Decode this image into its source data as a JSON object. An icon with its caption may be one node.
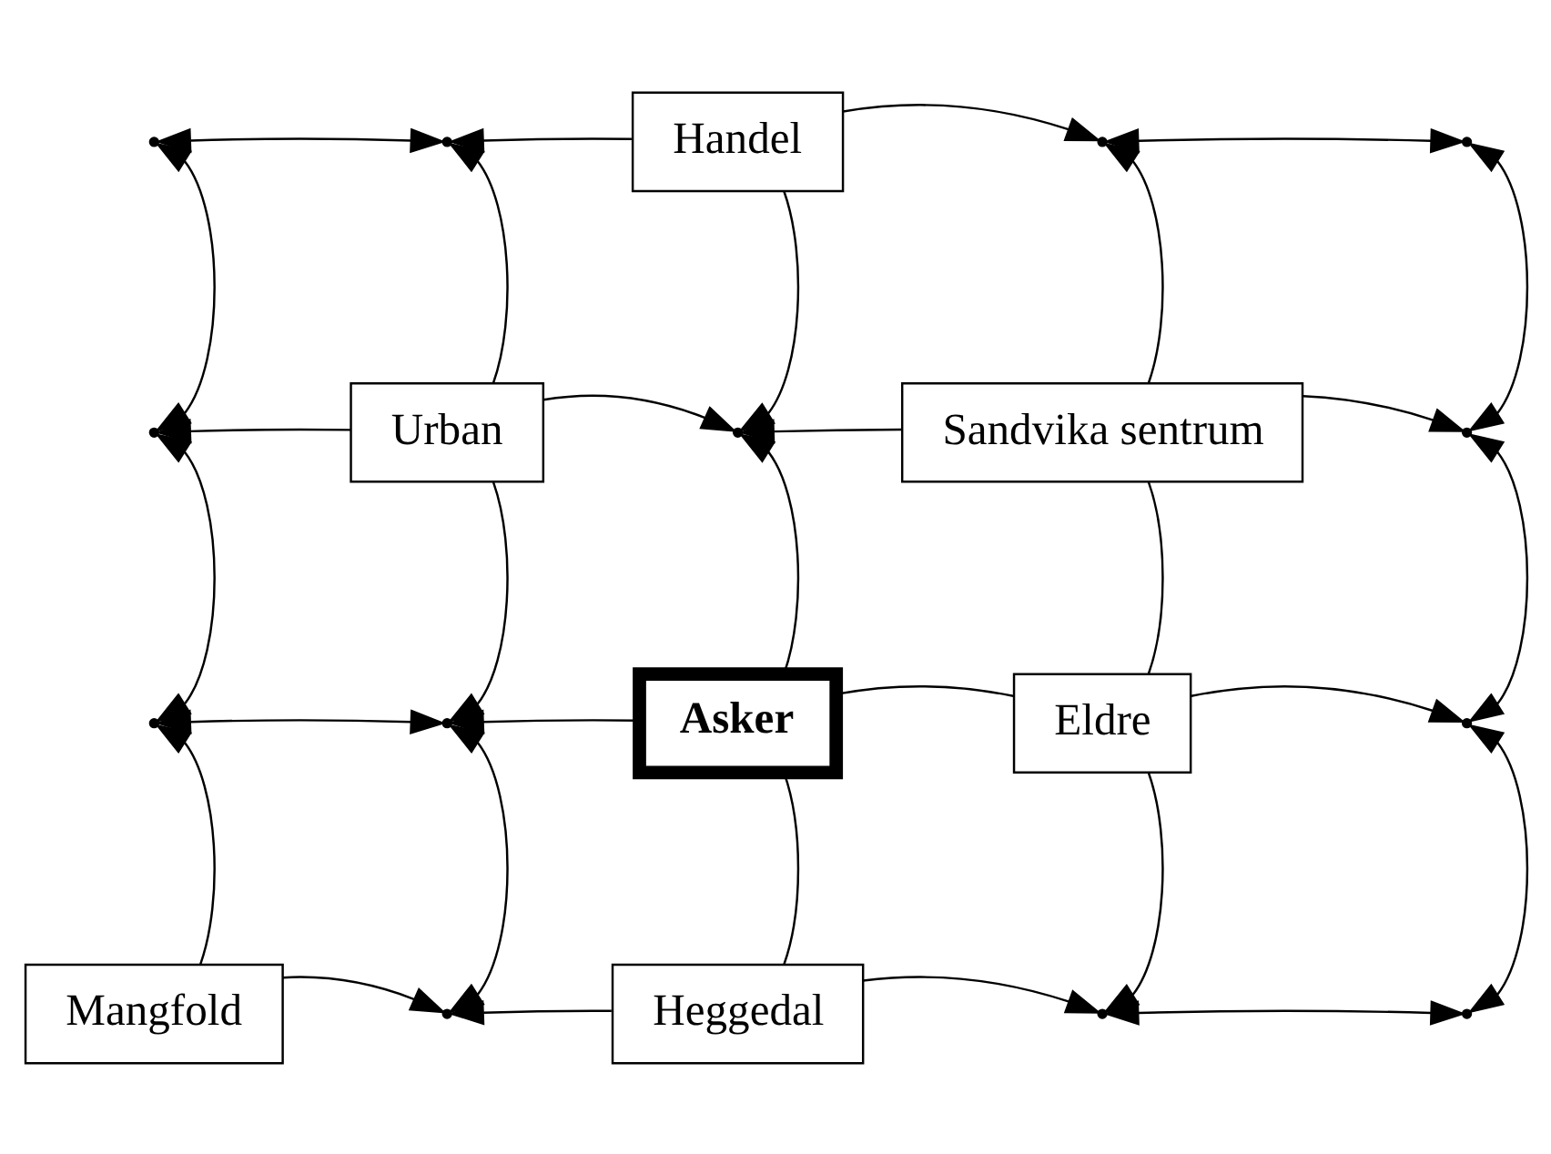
{
  "diagram": {
    "nodes": [
      {
        "text": [],
        "shape": "point"
      },
      {
        "text": [],
        "shape": "point"
      },
      {
        "text": [
          "Handel"
        ]
      },
      {
        "text": [],
        "shape": "point"
      },
      {
        "text": [],
        "shape": "point"
      },
      {
        "text": [],
        "shape": "point"
      },
      {
        "text": [
          "Urban"
        ]
      },
      {
        "text": [],
        "shape": "point"
      },
      {
        "text": [
          "Sandvika sentrum"
        ]
      },
      {
        "text": [],
        "shape": "point"
      },
      {
        "text": [],
        "shape": "point"
      },
      {
        "text": [],
        "shape": "point"
      },
      {
        "text": [
          "Asker"
        ]
      },
      {
        "text": [
          "Eldre"
        ]
      },
      {
        "text": [],
        "shape": "point"
      },
      {
        "text": [
          "Mangfold"
        ]
      },
      {
        "text": [],
        "shape": "point"
      },
      {
        "text": [
          "Heggedal"
        ]
      },
      {
        "text": [],
        "shape": "point"
      },
      {
        "text": [],
        "shape": "point"
      }
    ],
    "edges": [
      {
        "from": 0,
        "to": 1,
        "arrow": "both"
      },
      {
        "from": 2,
        "to": 1,
        "arrow": "to"
      },
      {
        "from": 2,
        "to": 3,
        "arrow": "to"
      },
      {
        "from": 3,
        "to": 4,
        "arrow": "both"
      },
      {
        "from": 0,
        "to": 5,
        "arrow": "both"
      },
      {
        "from": 6,
        "to": 1,
        "arrow": "to"
      },
      {
        "from": 2,
        "to": 7,
        "arrow": "to"
      },
      {
        "from": 8,
        "to": 3,
        "arrow": "to"
      },
      {
        "from": 4,
        "to": 9,
        "arrow": "both"
      },
      {
        "from": 6,
        "to": 5,
        "arrow": "to"
      },
      {
        "from": 6,
        "to": 7,
        "arrow": "to"
      },
      {
        "from": 8,
        "to": 7,
        "arrow": "to"
      },
      {
        "from": 8,
        "to": 9,
        "arrow": "to"
      },
      {
        "from": 5,
        "to": 10,
        "arrow": "both"
      },
      {
        "from": 6,
        "to": 11,
        "arrow": "to"
      },
      {
        "from": 12,
        "to": 7,
        "arrow": "to"
      },
      {
        "from": 8,
        "to": 13,
        "arrow": "none"
      },
      {
        "from": 9,
        "to": 14,
        "arrow": "both"
      },
      {
        "from": 10,
        "to": 11,
        "arrow": "both"
      },
      {
        "from": 12,
        "to": 11,
        "arrow": "to"
      },
      {
        "from": 12,
        "to": 13,
        "arrow": "none"
      },
      {
        "from": 13,
        "to": 14,
        "arrow": "to"
      },
      {
        "from": 15,
        "to": 10,
        "arrow": "to"
      },
      {
        "from": 11,
        "to": 16,
        "arrow": "both"
      },
      {
        "from": 12,
        "to": 17,
        "arrow": "none"
      },
      {
        "from": 13,
        "to": 18,
        "arrow": "to"
      },
      {
        "from": 14,
        "to": 19,
        "arrow": "both"
      },
      {
        "from": 15,
        "to": 16,
        "arrow": "to"
      },
      {
        "from": 17,
        "to": 16,
        "arrow": "to"
      },
      {
        "from": 17,
        "to": 18,
        "arrow": "to"
      },
      {
        "from": 18,
        "to": 19,
        "arrow": "both"
      }
    ]
  }
}
